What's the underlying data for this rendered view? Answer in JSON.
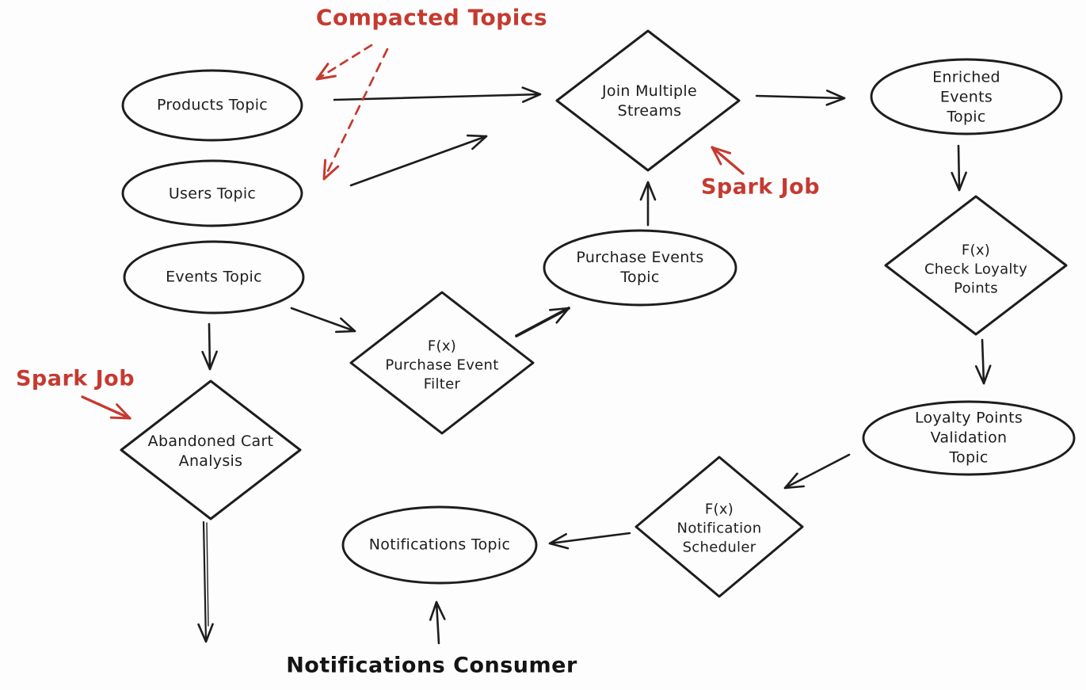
{
  "colors": {
    "background": "#fdfdfd",
    "ink": "#1d1d1d",
    "annotation_red": "#c53a30"
  },
  "nodes": {
    "products_topic": {
      "shape": "ellipse",
      "label": "Products Topic"
    },
    "users_topic": {
      "shape": "ellipse",
      "label": "Users Topic"
    },
    "events_topic": {
      "shape": "ellipse",
      "label": "Events Topic"
    },
    "join_multiple_streams": {
      "shape": "diamond",
      "label": "Join Multiple\nStreams"
    },
    "enriched_events_topic": {
      "shape": "ellipse",
      "label": "Enriched Events\nTopic"
    },
    "purchase_events_topic": {
      "shape": "ellipse",
      "label": "Purchase Events\nTopic"
    },
    "purchase_event_filter": {
      "shape": "diamond",
      "label": "F(x)\nPurchase Event\nFilter"
    },
    "check_loyalty_points": {
      "shape": "diamond",
      "label": "F(x)\nCheck Loyalty\nPoints"
    },
    "abandoned_cart_analysis": {
      "shape": "diamond",
      "label": "Abandoned Cart\nAnalysis"
    },
    "loyalty_points_validation_topic": {
      "shape": "ellipse",
      "label": "Loyalty Points\nValidation Topic"
    },
    "notification_scheduler": {
      "shape": "diamond",
      "label": "F(x)\nNotification\nScheduler"
    },
    "notifications_topic": {
      "shape": "ellipse",
      "label": "Notifications Topic"
    }
  },
  "annotations": {
    "compacted_topics": {
      "label": "Compacted Topics",
      "color": "red"
    },
    "spark_job_join": {
      "label": "Spark Job",
      "color": "red"
    },
    "spark_job_cart": {
      "label": "Spark Job",
      "color": "red"
    },
    "notifications_consumer": {
      "label": "Notifications Consumer",
      "color": "black"
    }
  },
  "edges": [
    {
      "from": "products_topic",
      "to": "join_multiple_streams",
      "style": "solid-black"
    },
    {
      "from": "users_topic",
      "to": "join_multiple_streams",
      "style": "solid-black"
    },
    {
      "from": "join_multiple_streams",
      "to": "enriched_events_topic",
      "style": "solid-black"
    },
    {
      "from": "enriched_events_topic",
      "to": "check_loyalty_points",
      "style": "solid-black"
    },
    {
      "from": "purchase_events_topic",
      "to": "join_multiple_streams",
      "style": "solid-black"
    },
    {
      "from": "events_topic",
      "to": "purchase_event_filter",
      "style": "solid-black"
    },
    {
      "from": "purchase_event_filter",
      "to": "purchase_events_topic",
      "style": "solid-black"
    },
    {
      "from": "check_loyalty_points",
      "to": "loyalty_points_validation_topic",
      "style": "solid-black"
    },
    {
      "from": "loyalty_points_validation_topic",
      "to": "notification_scheduler",
      "style": "solid-black"
    },
    {
      "from": "notification_scheduler",
      "to": "notifications_topic",
      "style": "solid-black"
    },
    {
      "from": "events_topic",
      "to": "abandoned_cart_analysis",
      "style": "solid-black"
    },
    {
      "from": "abandoned_cart_analysis",
      "to": "",
      "style": "solid-black"
    },
    {
      "from": "notifications_consumer",
      "to": "notifications_topic",
      "style": "solid-black"
    },
    {
      "from": "compacted_topics",
      "to": "products_topic",
      "style": "dashed-red"
    },
    {
      "from": "compacted_topics",
      "to": "users_topic",
      "style": "dashed-red"
    },
    {
      "from": "spark_job_join",
      "to": "join_multiple_streams",
      "style": "solid-red"
    },
    {
      "from": "spark_job_cart",
      "to": "abandoned_cart_analysis",
      "style": "solid-red"
    }
  ]
}
